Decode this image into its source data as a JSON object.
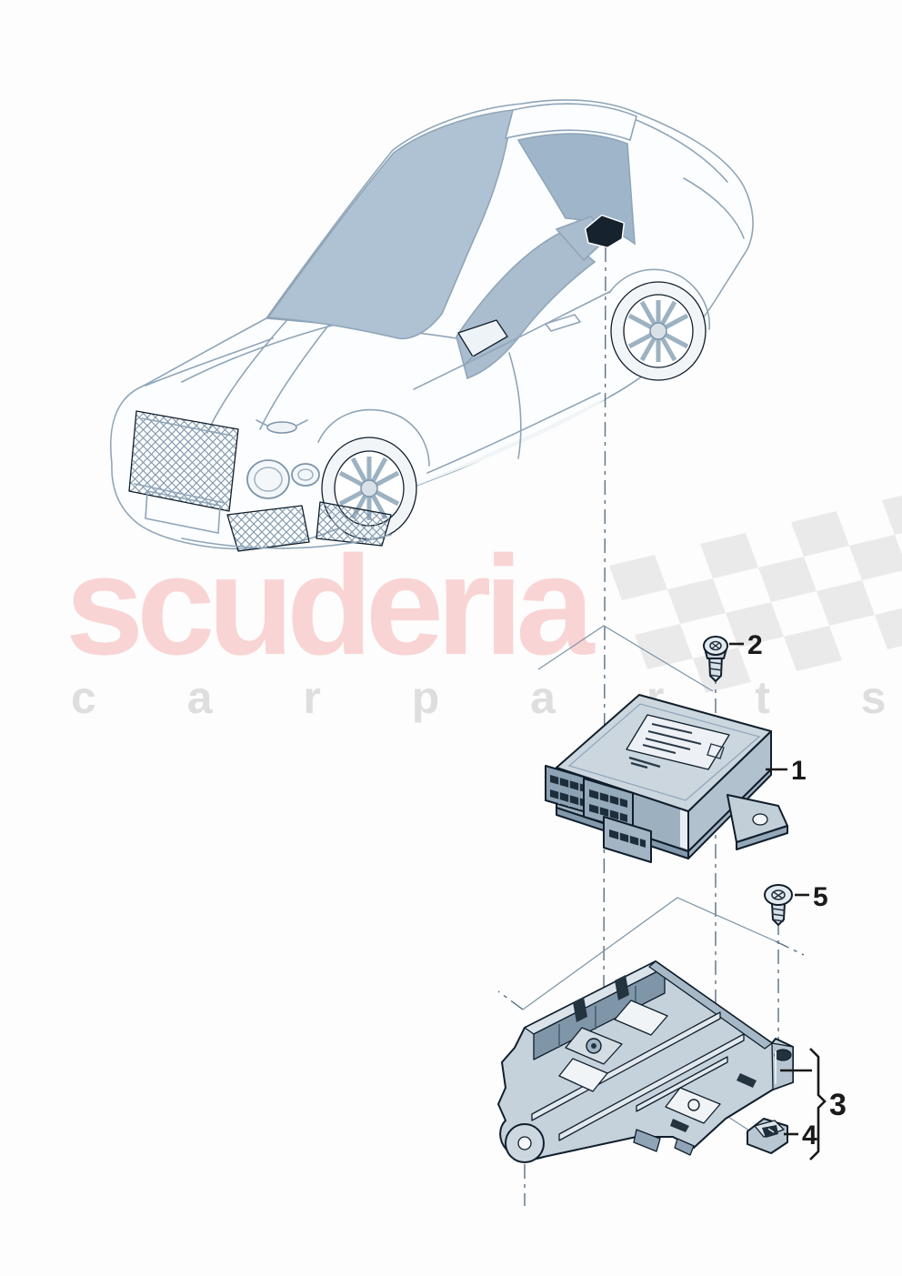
{
  "watermark": {
    "brand": "scuderia",
    "sub": "c a r   p a r t s",
    "brand_color": "#f9d4d4",
    "sub_color": "#dedede"
  },
  "callouts": {
    "c1": {
      "label": "1"
    },
    "c2": {
      "label": "2"
    },
    "c3": {
      "label": "3"
    },
    "c4": {
      "label": "4"
    },
    "c5": {
      "label": "5"
    }
  },
  "icons": {
    "car": "bentley-continental-line-art",
    "flag": "checkered-flag",
    "marker": "part-location-marker"
  },
  "colors": {
    "background": "#fcfdfc",
    "car_line_art": "#8fa5b8",
    "glass": "#aec2d3",
    "rear_glass": "#9fb6ca",
    "part_outline": "#101e2b",
    "part_fill_light": "#cbd6df",
    "part_fill_mid": "#a9bac8",
    "part_fill_dark": "#7f95a8",
    "flag_gray": "#eaeaea",
    "leader_line": "#5a7186",
    "callout_text": "#1a1a1a"
  }
}
